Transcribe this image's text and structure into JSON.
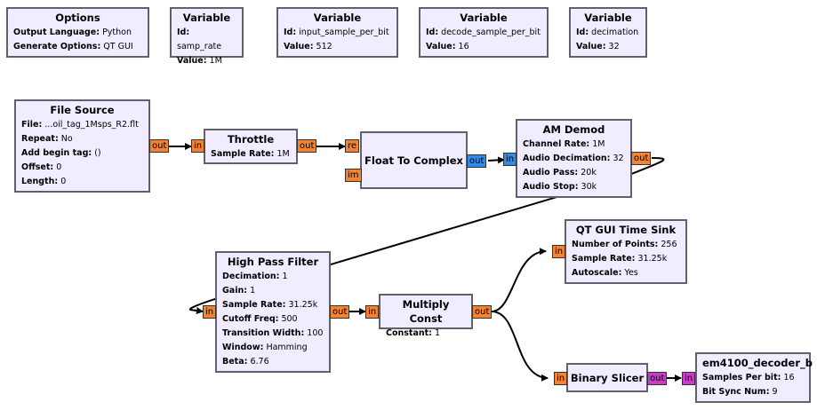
{
  "blocks": {
    "options": {
      "title": "Options",
      "params": [
        {
          "k": "Output Language:",
          "v": "Python"
        },
        {
          "k": "Generate Options:",
          "v": "QT GUI"
        }
      ]
    },
    "var_samp_rate": {
      "title": "Variable",
      "params": [
        {
          "k": "Id:",
          "v": "samp_rate"
        },
        {
          "k": "Value:",
          "v": "1M"
        }
      ]
    },
    "var_input_spb": {
      "title": "Variable",
      "params": [
        {
          "k": "Id:",
          "v": "input_sample_per_bit"
        },
        {
          "k": "Value:",
          "v": "512"
        }
      ]
    },
    "var_decode_spb": {
      "title": "Variable",
      "params": [
        {
          "k": "Id:",
          "v": "decode_sample_per_bit"
        },
        {
          "k": "Value:",
          "v": "16"
        }
      ]
    },
    "var_decimation": {
      "title": "Variable",
      "params": [
        {
          "k": "Id:",
          "v": "decimation"
        },
        {
          "k": "Value:",
          "v": "32"
        }
      ]
    },
    "file_source": {
      "title": "File Source",
      "params": [
        {
          "k": "File:",
          "v": "...oil_tag_1Msps_R2.flt"
        },
        {
          "k": "Repeat:",
          "v": "No"
        },
        {
          "k": "Add begin tag:",
          "v": "()"
        },
        {
          "k": "Offset:",
          "v": "0"
        },
        {
          "k": "Length:",
          "v": "0"
        }
      ]
    },
    "throttle": {
      "title": "Throttle",
      "params": [
        {
          "k": "Sample Rate:",
          "v": "1M"
        }
      ]
    },
    "float_to_complex": {
      "title": "Float To Complex"
    },
    "am_demod": {
      "title": "AM Demod",
      "params": [
        {
          "k": "Channel Rate:",
          "v": "1M"
        },
        {
          "k": "Audio Decimation:",
          "v": "32"
        },
        {
          "k": "Audio Pass:",
          "v": "20k"
        },
        {
          "k": "Audio Stop:",
          "v": "30k"
        }
      ]
    },
    "high_pass_filter": {
      "title": "High Pass Filter",
      "params": [
        {
          "k": "Decimation:",
          "v": "1"
        },
        {
          "k": "Gain:",
          "v": "1"
        },
        {
          "k": "Sample Rate:",
          "v": "31.25k"
        },
        {
          "k": "Cutoff Freq:",
          "v": "500"
        },
        {
          "k": "Transition Width:",
          "v": "100"
        },
        {
          "k": "Window:",
          "v": "Hamming"
        },
        {
          "k": "Beta:",
          "v": "6.76"
        }
      ]
    },
    "multiply_const": {
      "title": "Multiply Const",
      "params": [
        {
          "k": "Constant:",
          "v": "1"
        }
      ]
    },
    "qt_time_sink": {
      "title": "QT GUI Time Sink",
      "params": [
        {
          "k": "Number of Points:",
          "v": "256"
        },
        {
          "k": "Sample Rate:",
          "v": "31.25k"
        },
        {
          "k": "Autoscale:",
          "v": "Yes"
        }
      ]
    },
    "binary_slicer": {
      "title": "Binary Slicer"
    },
    "em4100_decoder": {
      "title": "em4100_decoder_b",
      "params": [
        {
          "k": "Samples Per bit:",
          "v": "16"
        },
        {
          "k": "Bit Sync Num:",
          "v": "9"
        }
      ]
    }
  },
  "ports": {
    "out": "out",
    "in": "in",
    "re": "re",
    "im": "im"
  },
  "colors": {
    "block_fill": "#f1ecff",
    "block_border": "#61616b",
    "float_port": "#f5822f",
    "complex_port": "#2f8bea",
    "byte_port": "#c83cc8",
    "wire": "#000000"
  }
}
